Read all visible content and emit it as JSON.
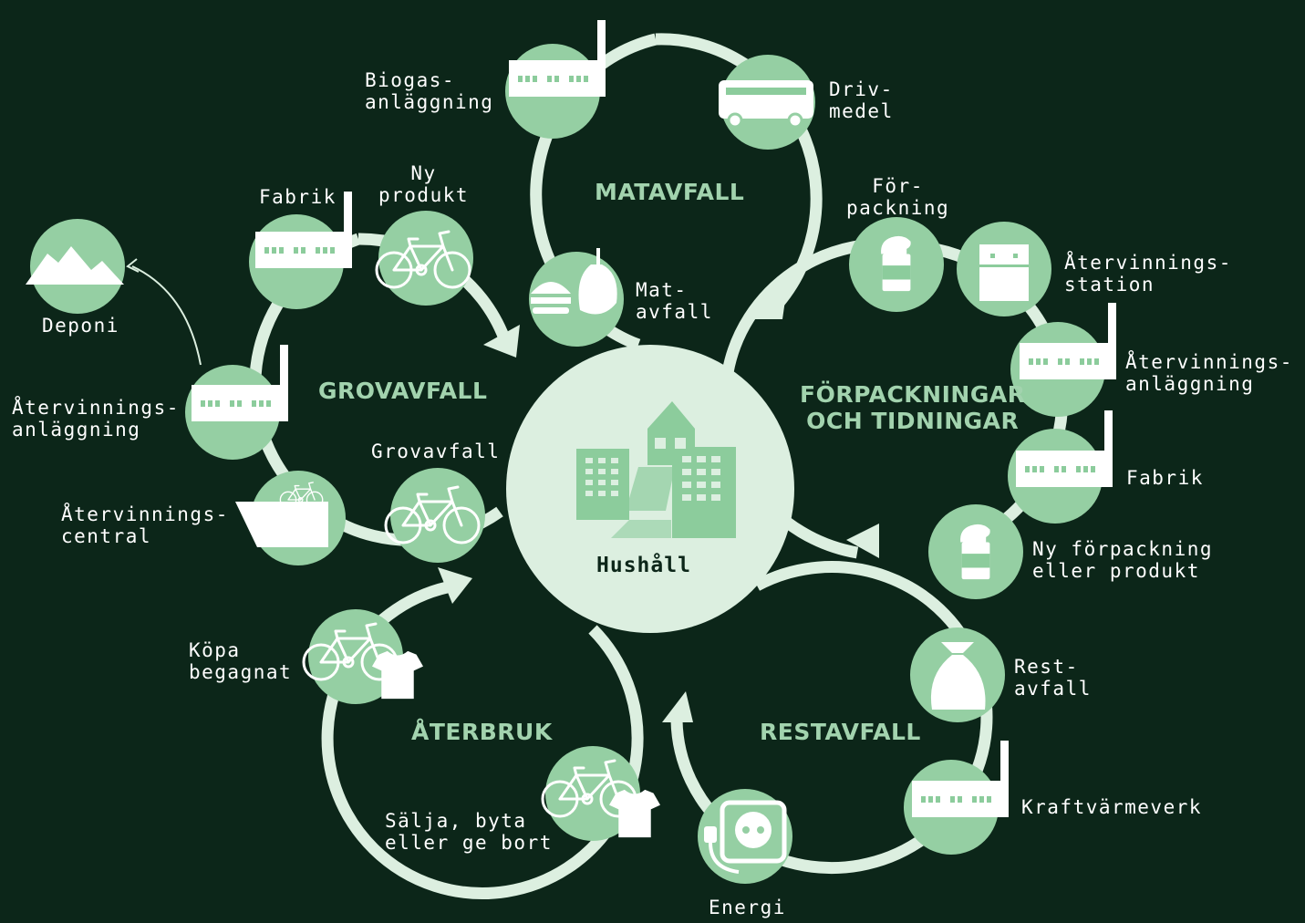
{
  "colors": {
    "background": "#0c2619",
    "ring": "#dcefe0",
    "node": "#95cfa3",
    "hub": "#dcefe0",
    "cycle_title": "#a2d3ae",
    "label": "#ffffff",
    "icon": "#ffffff"
  },
  "hub": {
    "label": "Hushåll",
    "icon": "buildings-icon"
  },
  "cycles": {
    "matavfall": "MATAVFALL",
    "grovavfall": "GROVAVFALL",
    "forpackningar": "FÖRPACKNINGAR\nOCH TIDNINGAR",
    "aterbruk": "ÅTERBRUK",
    "restavfall": "RESTAVFALL"
  },
  "nodes": {
    "biogas": {
      "label": "Biogas-\nanläggning",
      "icon": "factory-icon"
    },
    "drivmedel": {
      "label": "Driv-\nmedel",
      "icon": "bus-icon"
    },
    "matavfall": {
      "label": "Mat-\navfall",
      "icon": "food-waste-icon"
    },
    "fabrik_grov": {
      "label": "Fabrik",
      "icon": "factory-icon"
    },
    "ny_produkt": {
      "label": "Ny\nprodukt",
      "icon": "bicycle-icon"
    },
    "deponi": {
      "label": "Deponi",
      "icon": "mountain-icon"
    },
    "atervinningsanl_grov": {
      "label": "Återvinnings-\nanläggning",
      "icon": "factory-icon"
    },
    "atervinningscentral": {
      "label": "Återvinnings-\ncentral",
      "icon": "container-icon"
    },
    "grovavfall": {
      "label": "Grovavfall",
      "icon": "bicycle-icon"
    },
    "forpackning": {
      "label": "För-\npackning",
      "icon": "jar-icon"
    },
    "atervinningsstation": {
      "label": "Återvinnings-\nstation",
      "icon": "recycling-station-icon"
    },
    "atervinningsanl_forp": {
      "label": "Återvinnings-\nanläggning",
      "icon": "factory-icon"
    },
    "fabrik_forp": {
      "label": "Fabrik",
      "icon": "factory-icon"
    },
    "ny_forpackning": {
      "label": "Ny förpackning\neller produkt",
      "icon": "jar-icon"
    },
    "kopa_begagnat": {
      "label": "Köpa\nbegagnat",
      "icon": "bicycle-shirt-icon"
    },
    "salja": {
      "label": "Sälja, byta\neller ge bort",
      "icon": "bicycle-shirt-icon"
    },
    "restavfall": {
      "label": "Rest-\navfall",
      "icon": "garbage-bag-icon"
    },
    "kraftvarmeverk": {
      "label": "Kraftvärmeverk",
      "icon": "factory-icon"
    },
    "energi": {
      "label": "Energi",
      "icon": "power-outlet-icon"
    }
  }
}
